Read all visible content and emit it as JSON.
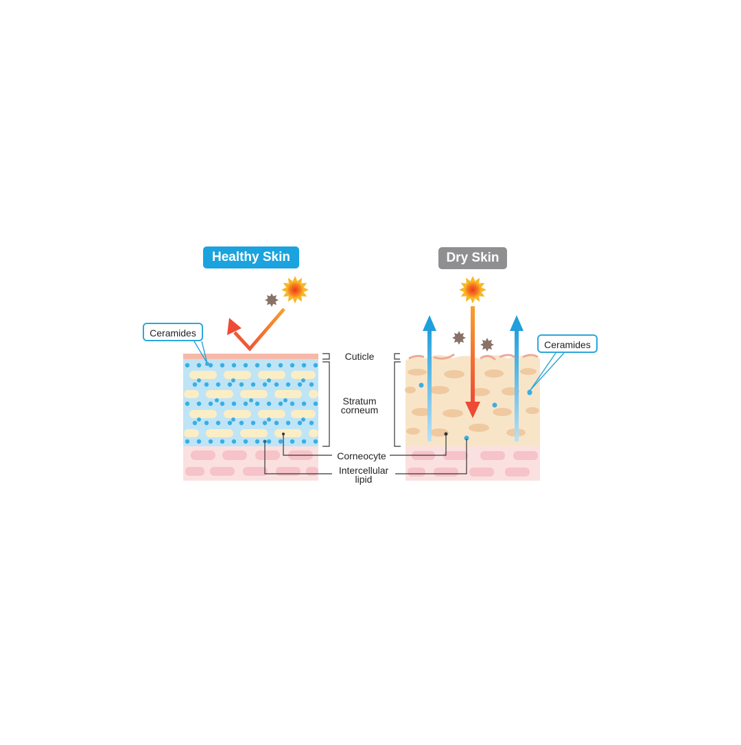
{
  "left_panel": {
    "title": "Healthy Skin",
    "callout": "Ceramides"
  },
  "right_panel": {
    "title": "Dry Skin",
    "callout": "Ceramides"
  },
  "labels": {
    "cuticle": "Cuticle",
    "stratum_line1": "Stratum",
    "stratum_line2": "corneum",
    "corneocyte": "Corneocyte",
    "lipid_line1": "Intercellular",
    "lipid_line2": "lipid"
  },
  "colors": {
    "healthy_badge": "#1aa3de",
    "dry_badge": "#8f8f91",
    "callout_border": "#2aa6dc",
    "lipid_blue": "#bfe4f6",
    "corneocyte_cream": "#fbedc4",
    "dry_layer": "#f8e5c8",
    "dermis_pink": "#fbe0e0",
    "water_arrow": "#2aa6dc",
    "uv_arrow": "#ee4a36"
  }
}
